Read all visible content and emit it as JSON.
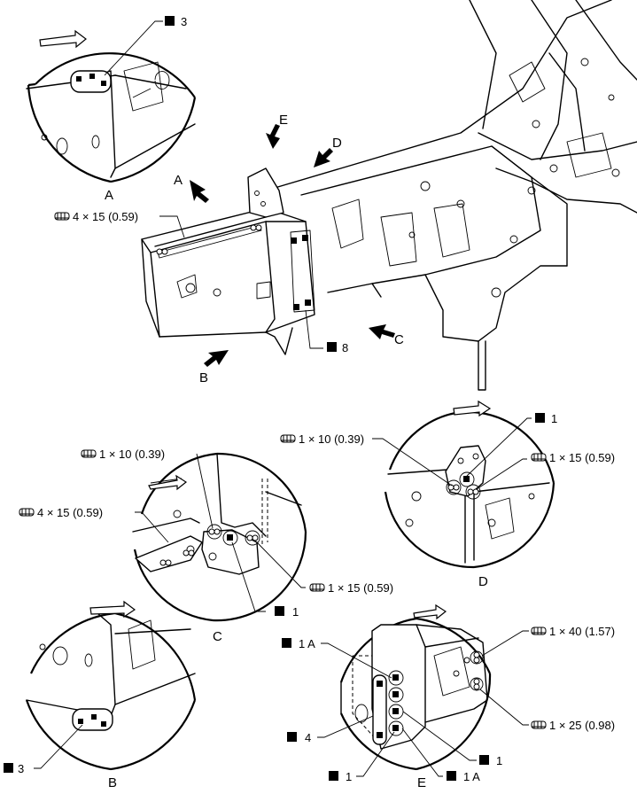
{
  "views": {
    "A": "A",
    "B": "B",
    "C": "C",
    "D": "D",
    "E": "E"
  },
  "callouts": {
    "a_count": "3",
    "main_rivets": "4 × 15 (0.59)",
    "main_count": "8",
    "c_rivet_top": "1 × 10 (0.39)",
    "c_rivet_left": "4 × 15 (0.59)",
    "c_rivet_right": "1 × 15 (0.59)",
    "c_count": "1",
    "b_count": "3",
    "d_count": "1",
    "d_rivet_left": "1 × 10 (0.39)",
    "d_rivet_right": "1 × 15 (0.59)",
    "e_count_1a_top": "1 A",
    "e_rivet_top": "1 × 40 (1.57)",
    "e_rivet_bottom": "1 × 25 (0.98)",
    "e_count_4": "4",
    "e_count_1_right": "1",
    "e_count_1_bottom": "1",
    "e_count_1a_bottom": "1 A"
  },
  "icons": {
    "spot_weld_marker": "filled-square-icon",
    "rivet_marker": "rivet-icon",
    "direction_arrow": "view-arrow-icon",
    "front_arrow": "front-direction-arrow-icon"
  }
}
